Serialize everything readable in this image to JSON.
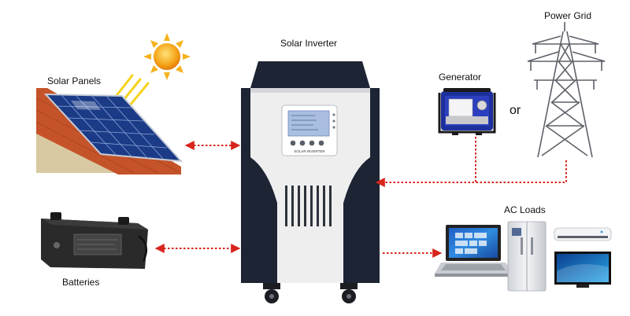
{
  "labels": {
    "solar_panels": "Solar Panels",
    "solar_inverter": "Solar Inverter",
    "generator": "Generator",
    "power_grid": "Power Grid",
    "or": "or",
    "batteries": "Batteries",
    "ac_loads": "AC Loads"
  },
  "inverter_panel_text": "SOLAR INVERTER",
  "colors": {
    "flow_arrow": "#d7241c",
    "inverter_body": "#e9e9ea",
    "inverter_dark": "#1d2433",
    "lcd": "#aabfe0",
    "sun": "#f4b11a",
    "panel_cells": "#2a4fa3",
    "roof": "#c5532a",
    "battery": "#2a2a2a",
    "generator_frame": "#1c2f9c"
  }
}
